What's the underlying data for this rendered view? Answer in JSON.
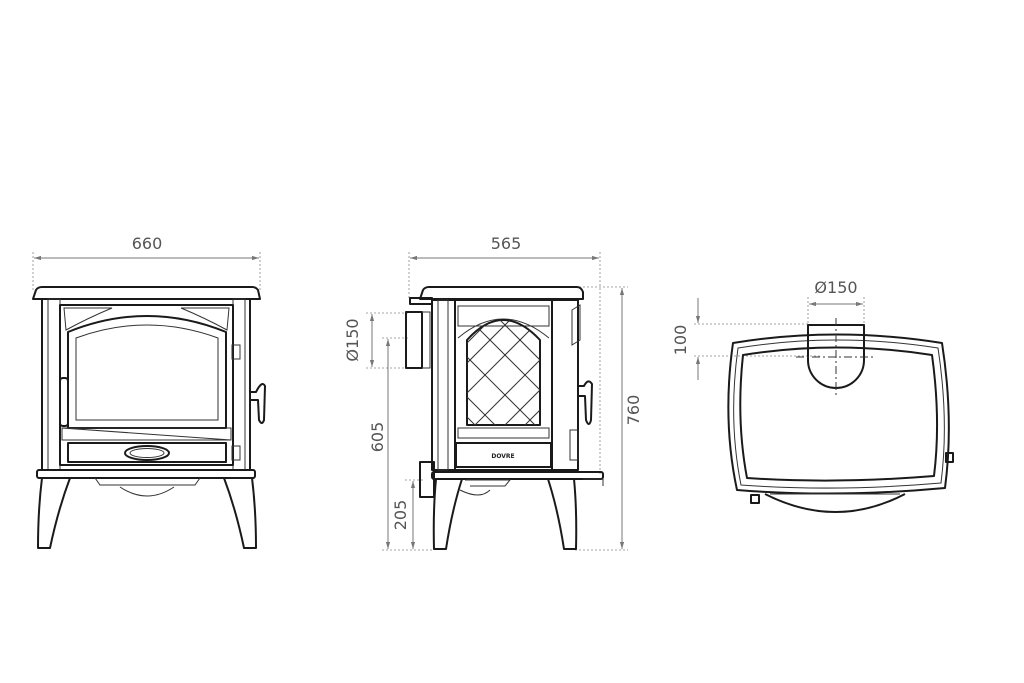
{
  "views": {
    "front": {
      "width_label": "660"
    },
    "side": {
      "depth_label": "565",
      "height_label": "760",
      "flue_diameter_label": "Ø150",
      "flue_center_height_label": "605",
      "rear_outlet_height_label": "205",
      "brand_logo": "DOVRE"
    },
    "top": {
      "flue_diameter_label": "Ø150",
      "flue_offset_label": "100"
    }
  },
  "colors": {
    "line": "#1a1a1a",
    "dimension": "#777777",
    "background": "#ffffff"
  }
}
